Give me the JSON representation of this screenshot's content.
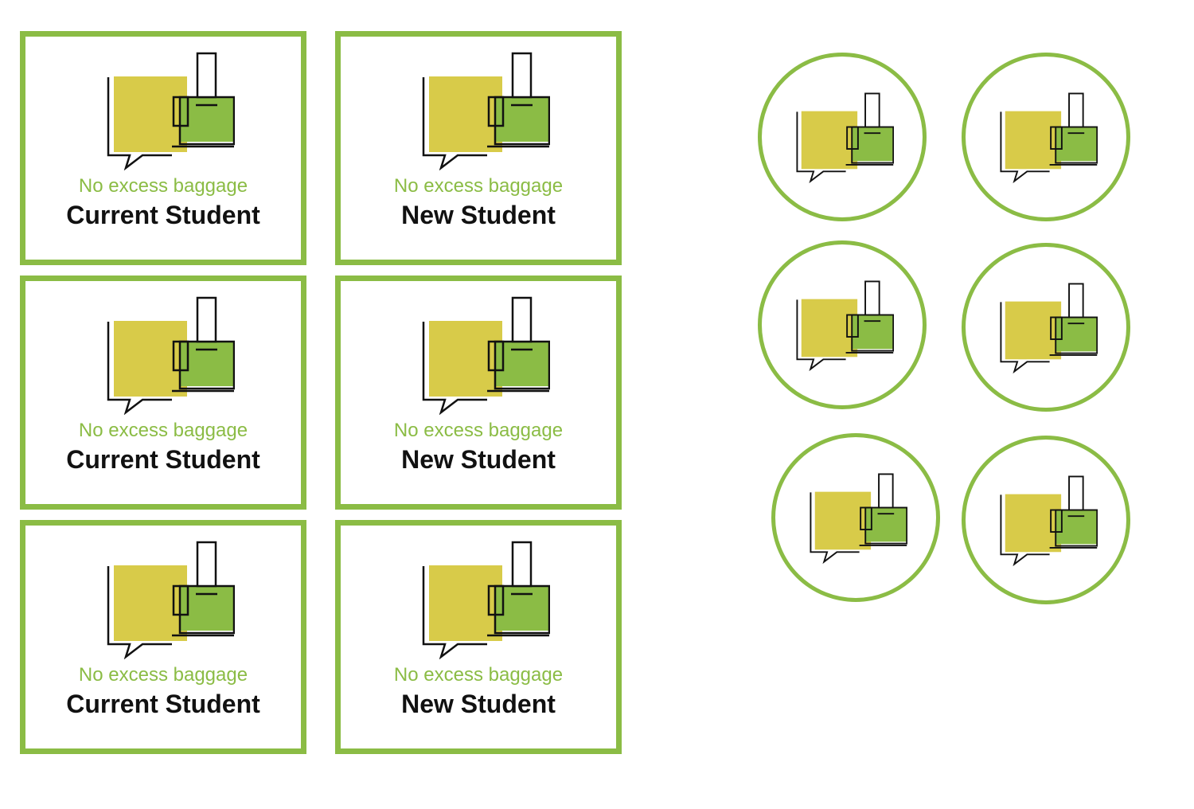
{
  "colors": {
    "accent_green": "#8bbc45",
    "mustard": "#d8cb49",
    "ink": "#111111"
  },
  "icon_name": "speech-bubble-luggage-icon",
  "cards": [
    {
      "tagline": "No excess baggage",
      "role": "Current Student"
    },
    {
      "tagline": "No excess baggage",
      "role": "New Student"
    },
    {
      "tagline": "No excess baggage",
      "role": "Current Student"
    },
    {
      "tagline": "No excess baggage",
      "role": "New Student"
    },
    {
      "tagline": "No excess baggage",
      "role": "Current Student"
    },
    {
      "tagline": "No excess baggage",
      "role": "New Student"
    }
  ],
  "badge_count": 6
}
